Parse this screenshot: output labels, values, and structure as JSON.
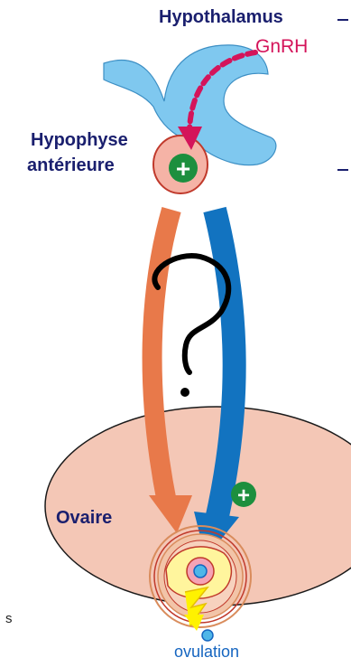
{
  "labels": {
    "hypothalamus": "Hypothalamus",
    "gnrh": "GnRH",
    "hypophyse_line1": "Hypophyse",
    "hypophyse_line2": "antérieure",
    "ovaire": "Ovaire",
    "ovulation": "ovulation",
    "question": "?",
    "stray_edge_text": "s"
  },
  "colors": {
    "hypothalamus_fill": "#7fc8ef",
    "hypophyse_fill": "#f5b3a6",
    "ovary_fill": "#f4c7b6",
    "gnrh_arrow": "#d4145a",
    "orange_arrow": "#e8794a",
    "blue_arrow": "#1273c0",
    "plus_sign": "#1d8f3e",
    "text_dark": "#1a1f6e"
  },
  "signs": {
    "hypophyse_effect": "+",
    "ovary_effect": "+"
  }
}
